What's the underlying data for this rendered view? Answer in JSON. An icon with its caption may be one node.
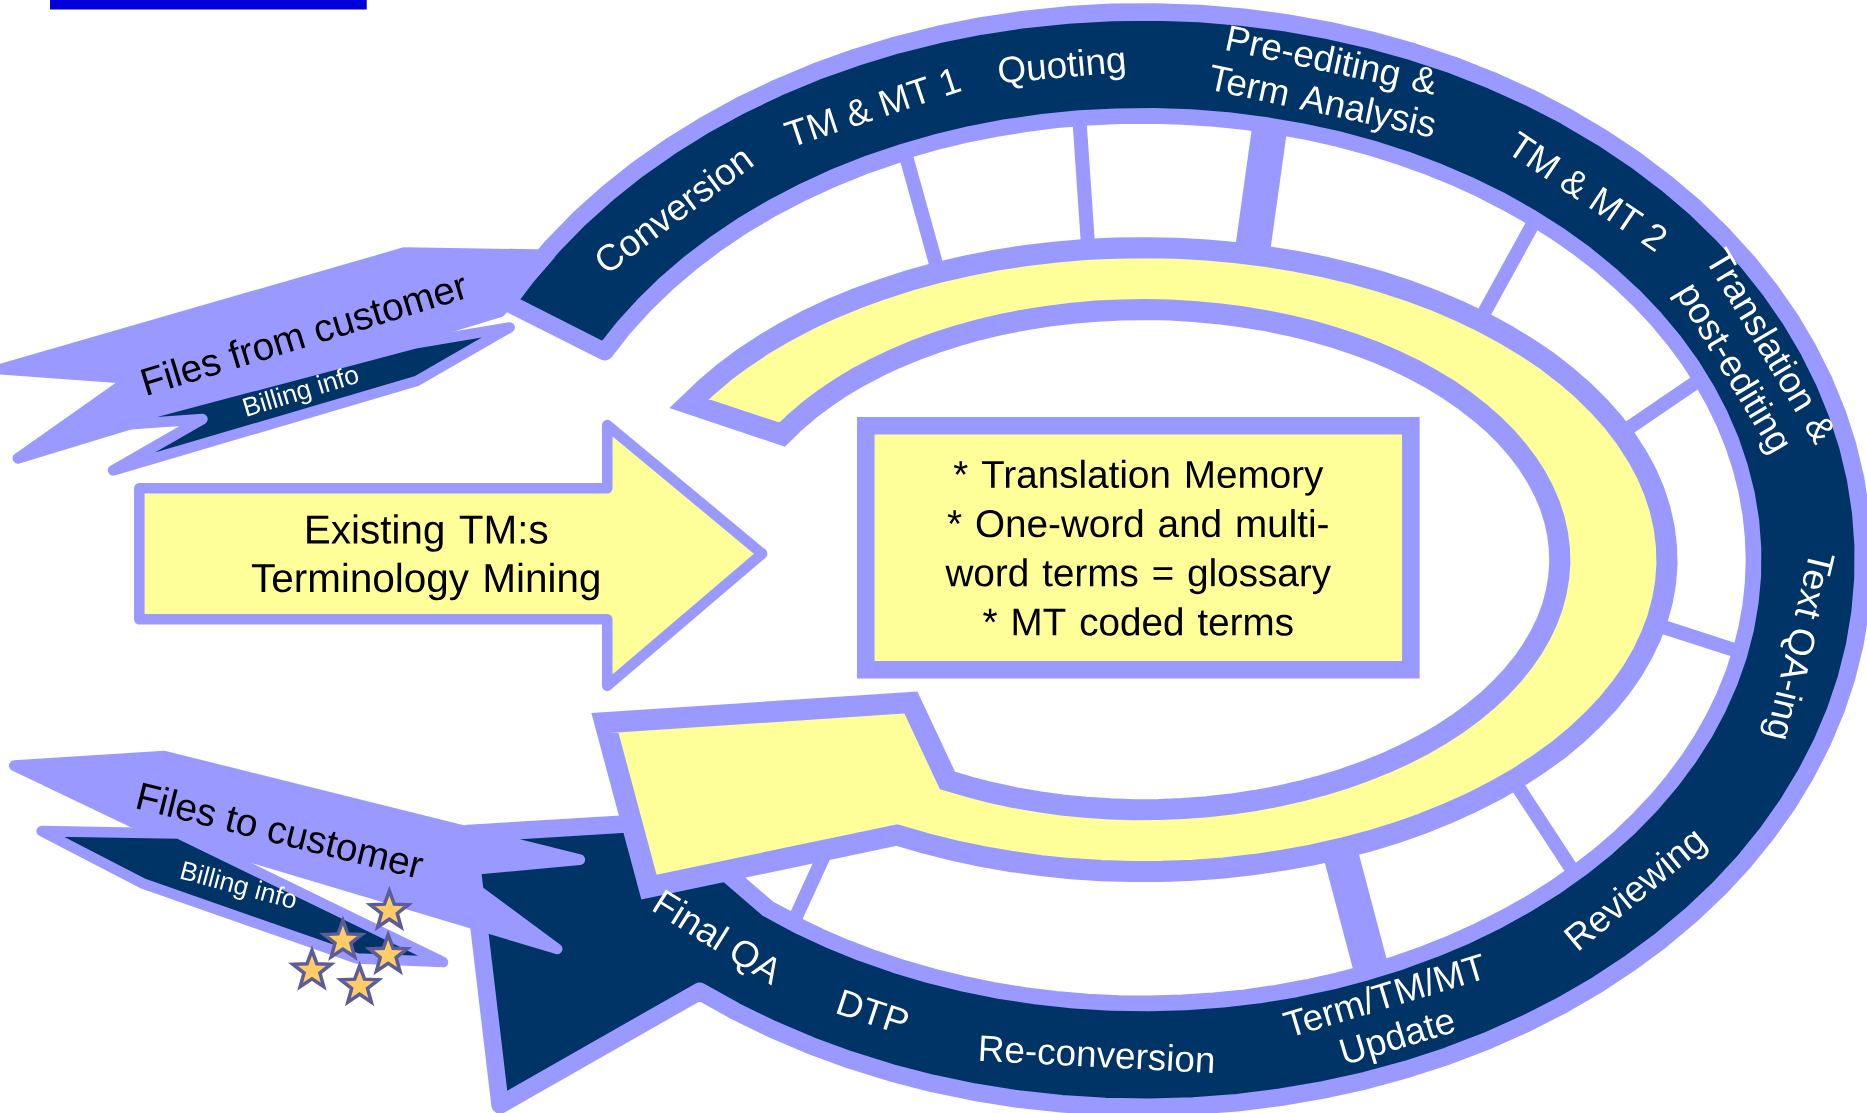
{
  "diagram": {
    "nodes": [
      {
        "text": [
          "Files from customer"
        ]
      },
      {
        "text": [
          "Billing info"
        ]
      },
      {
        "text": [
          "Existing TM:s Terminology Mining"
        ]
      },
      {
        "text": [
          "* Translation Memory",
          "* One-word and multi-word terms = glossary",
          "* MT coded terms"
        ]
      },
      {
        "text": [
          "Files to customer"
        ]
      },
      {
        "text": [
          "Billing info"
        ]
      }
    ],
    "labels": [
      "Conversion",
      "TM & MT 1",
      "Quoting",
      "Pre-editing & Term Analysis",
      "TM & MT 2",
      "Translation & post-editing",
      "Text QA-ing",
      "Reviewing",
      "Term/TM/MT Update",
      "Re-conversion",
      "DTP",
      "Final QA"
    ]
  }
}
